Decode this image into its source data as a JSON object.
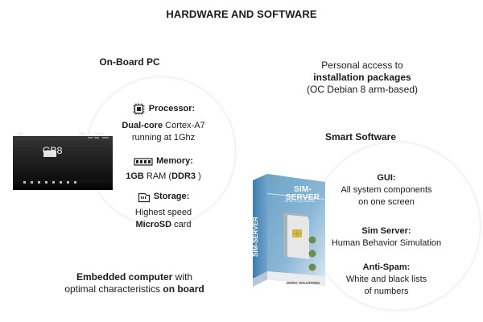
{
  "page": {
    "title": "HARDWARE AND SOFTWARE"
  },
  "left": {
    "section_title": "On-Board PC",
    "device": {
      "brand": "GB8",
      "visible_labels": [
        "LAN",
        "USB",
        "12V-2A"
      ]
    },
    "specs": {
      "processor": {
        "icon": "cpu-icon",
        "label": "Processor:",
        "line1_bold": "Dual-core",
        "line1_rest": "Cortex-A7",
        "line2": "running at 1Ghz"
      },
      "memory": {
        "icon": "memory-icon",
        "label": "Memory:",
        "line1_bold_1": "1GB",
        "line1_mid": "RAM (",
        "line1_bold_2": "DDR3",
        "line1_end": " )"
      },
      "storage": {
        "icon": "sd-card-icon",
        "label": "Storage:",
        "line1": "Highest speed",
        "line2_bold": "MicroSD",
        "line2_rest": " card"
      }
    },
    "footer": {
      "line1_bold": "Embedded computer",
      "line1_rest": " with",
      "line2_rest": "optimal characteristics ",
      "line2_bold": "on board"
    }
  },
  "right": {
    "intro": {
      "line1": "Personal access to",
      "line2_bold": "installation packages",
      "line3": "(OC Debian 8 arm-based)"
    },
    "section_title": "Smart Software",
    "product": {
      "front_title": "SIM-SERVER",
      "side_title": "SIM-SERVER",
      "front_subtitle": "... the life of your business",
      "footer_logo": "MORA SOLUTIONS"
    },
    "features": {
      "gui": {
        "label": "GUI:",
        "line1": "All system components",
        "line2": "on one screen"
      },
      "sim_server": {
        "label": "Sim Server:",
        "line1": "Human Behavior Simulation"
      },
      "anti_spam": {
        "label": "Anti-Spam:",
        "line1": "White and black lists",
        "line2": "of numbers"
      }
    }
  }
}
